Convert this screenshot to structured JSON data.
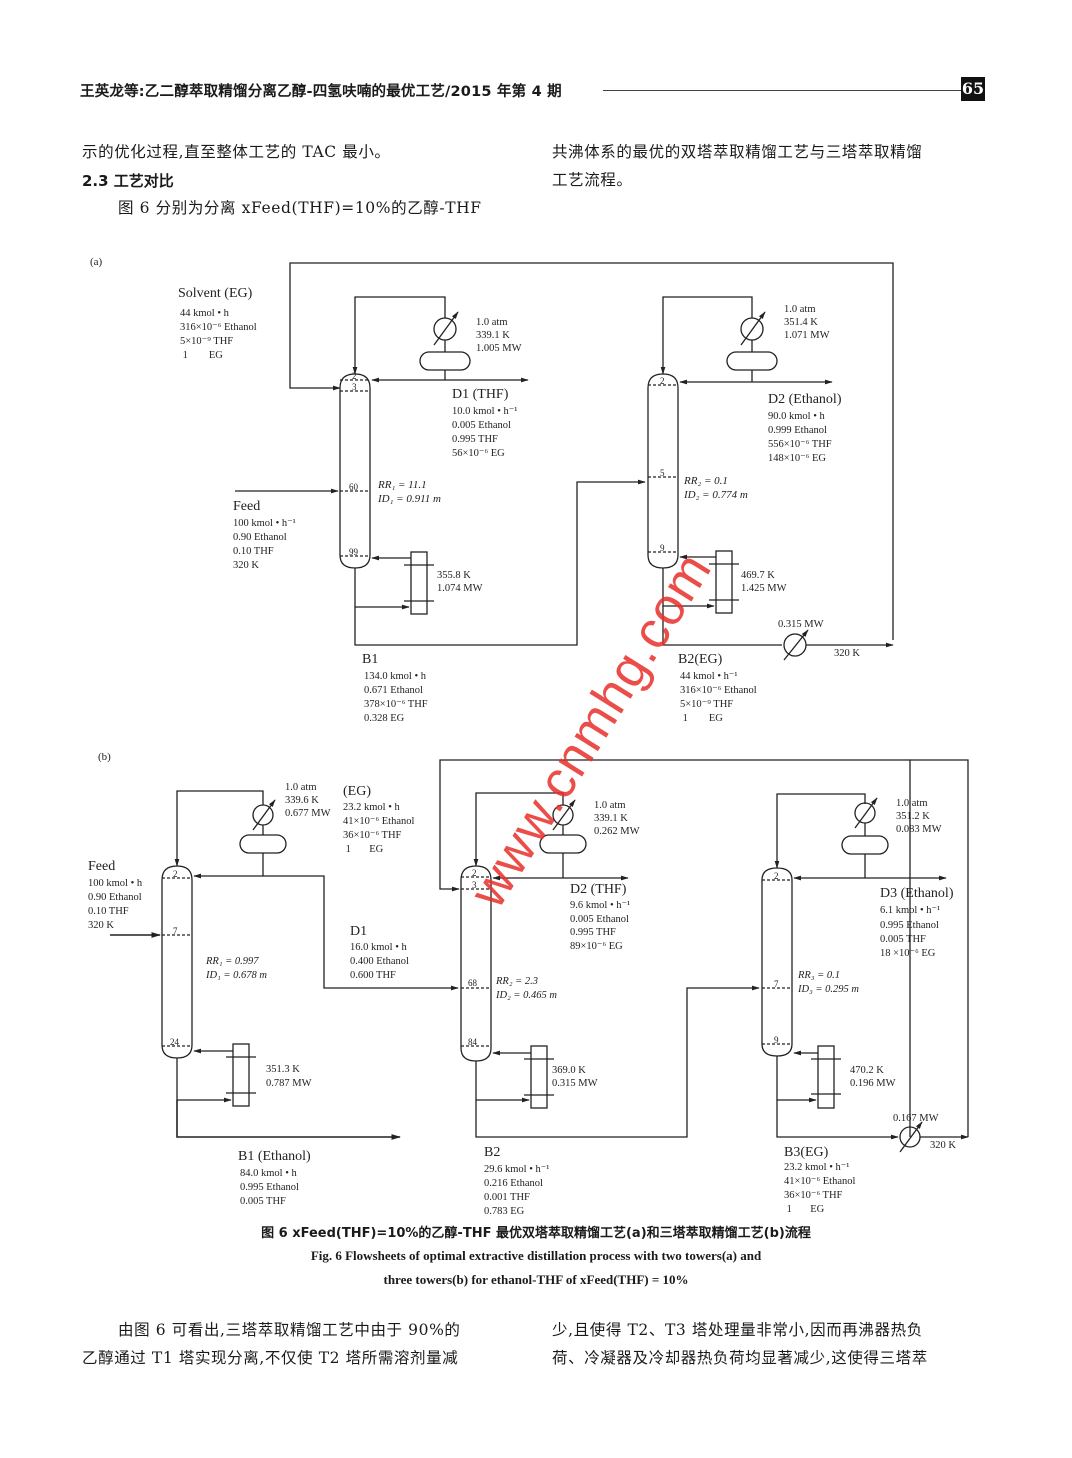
{
  "header": {
    "title": "王英龙等:乙二醇萃取精馏分离乙醇-四氢呋喃的最优工艺/2015 年第 4 期",
    "page_number": "65"
  },
  "top_text": {
    "left_line1": "示的优化过程,直至整体工艺的 TAC 最小。",
    "section_heading": "2.3   工艺对比",
    "left_line3": "图 6 分别为分离 xFeed(THF)=10%的乙醇-THF",
    "right_line1": "共沸体系的最优的双塔萃取精馏工艺与三塔萃取精馏",
    "right_line2": "工艺流程。"
  },
  "figure_a": {
    "panel_label": "(a)",
    "solvent": {
      "title": "Solvent (EG)",
      "lines": [
        "44 kmol • h",
        "316×10⁻⁶ Ethanol",
        "5×10⁻⁹ THF",
        " 1        EG"
      ]
    },
    "feed": {
      "title": "Feed",
      "lines": [
        "100 kmol • h⁻¹",
        "0.90 Ethanol",
        "0.10 THF",
        "320 K"
      ]
    },
    "t1": {
      "stage_top": "2",
      "stage_solvent": "3",
      "stage_feed": "60",
      "stage_bottom": "99",
      "rr": "RR₁ = 11.1",
      "id": "ID₁ = 0.911 m"
    },
    "cond1": [
      "1.0 atm",
      "339.1 K",
      "1.005 MW"
    ],
    "reb1": [
      "355.8 K",
      "1.074 MW"
    ],
    "d1": {
      "title": "D1 (THF)",
      "lines": [
        "10.0 kmol • h⁻¹",
        "0.005 Ethanol",
        "0.995 THF",
        "56×10⁻⁶ EG"
      ]
    },
    "b1": {
      "title": "B1",
      "lines": [
        "134.0 kmol • h",
        "0.671  Ethanol",
        "378×10⁻⁶ THF",
        "0.328  EG"
      ]
    },
    "t2": {
      "stage_top": "2",
      "stage_feed": "5",
      "stage_bottom": "9",
      "rr": "RR₂ = 0.1",
      "id": "ID₂ = 0.774 m"
    },
    "cond2": [
      "1.0 atm",
      "351.4 K",
      "1.071 MW"
    ],
    "reb2": [
      "469.7 K",
      "1.425 MW"
    ],
    "d2": {
      "title": "D2 (Ethanol)",
      "lines": [
        "90.0 kmol • h",
        "0.999  Ethanol",
        "556×10⁻⁶ THF",
        "148×10⁻⁶ EG"
      ]
    },
    "b2": {
      "title": "B2(EG)",
      "lines": [
        "44 kmol • h⁻¹",
        "316×10⁻⁶ Ethanol",
        "5×10⁻⁹ THF",
        " 1        EG"
      ]
    },
    "cooler": {
      "duty": "0.315 MW",
      "temp": "320 K"
    }
  },
  "figure_b": {
    "panel_label": "(b)",
    "feed": {
      "title": "Feed",
      "lines": [
        "100 kmol • h",
        "0.90 Ethanol",
        "0.10 THF",
        "320 K"
      ]
    },
    "solvent": {
      "title": "(EG)",
      "lines": [
        "23.2 kmol • h",
        "41×10⁻⁶ Ethanol",
        "36×10⁻⁶ THF",
        " 1       EG"
      ]
    },
    "t1": {
      "stage_top": "2",
      "stage_feed": "7",
      "stage_bottom": "24",
      "rr": "RR₁ = 0.997",
      "id": "ID₁ = 0.678 m"
    },
    "cond1": [
      "1.0 atm",
      "339.6 K",
      "0.677 MW"
    ],
    "reb1": [
      "351.3 K",
      "0.787 MW"
    ],
    "d1": {
      "title": "D1",
      "lines": [
        "16.0 kmol • h",
        "0.400 Ethanol",
        "0.600 THF"
      ]
    },
    "b1": {
      "title": "B1 (Ethanol)",
      "lines": [
        "84.0 kmol • h",
        "0.995  Ethanol",
        "0.005  THF"
      ]
    },
    "t2": {
      "stage_top": "2",
      "stage_solvent": "3",
      "stage_feed": "68",
      "stage_bottom": "84",
      "rr": "RR₂ = 2.3",
      "id": "ID₂ = 0.465 m"
    },
    "cond2": [
      "1.0 atm",
      "339.1 K",
      "0.262 MW"
    ],
    "reb2": [
      "369.0 K",
      "0.315 MW"
    ],
    "d2": {
      "title": "D2 (THF)",
      "lines": [
        "9.6 kmol • h⁻¹",
        "0.005 Ethanol",
        "0.995 THF",
        "89×10⁻⁶ EG"
      ]
    },
    "b2": {
      "title": "B2",
      "lines": [
        "29.6 kmol • h⁻¹",
        "0.216  Ethanol",
        "0.001  THF",
        "0.783  EG"
      ]
    },
    "t3": {
      "stage_top": "2",
      "stage_feed": "7",
      "stage_bottom": "9",
      "rr": "RR₃ = 0.1",
      "id": "ID₃ = 0.295 m"
    },
    "cond3": [
      "1.0 atm",
      "351.2 K",
      "0.083 MW"
    ],
    "reb3": [
      "470.2 K",
      "0.196 MW"
    ],
    "d3": {
      "title": "D3 (Ethanol)",
      "lines": [
        "6.1 kmol • h⁻¹",
        "0.995  Ethanol",
        "0.005  THF",
        "18 ×10⁻⁶ EG"
      ]
    },
    "b3": {
      "title": "B3(EG)",
      "lines": [
        "23.2 kmol • h⁻¹",
        "41×10⁻⁶ Ethanol",
        "36×10⁻⁶ THF",
        " 1       EG"
      ]
    },
    "cooler": {
      "duty": "0.167 MW",
      "temp": "320 K"
    }
  },
  "caption": {
    "cn": "图 6   xFeed(THF)=10%的乙醇-THF 最优双塔萃取精馏工艺(a)和三塔萃取精馏工艺(b)流程",
    "en_line1": "Fig. 6    Flowsheets of optimal extractive distillation process with two towers(a) and",
    "en_line2": "three towers(b) for ethanol-THF of xFeed(THF) = 10%"
  },
  "bottom_text": {
    "left_line1": "由图 6 可看出,三塔萃取精馏工艺中由于 90%的",
    "left_line2": "乙醇通过 T1 塔实现分离,不仅使 T2 塔所需溶剂量减",
    "right_line1": "少,且使得 T2、T3 塔处理量非常小,因而再沸器热负",
    "right_line2": "荷、冷凝器及冷却器热负荷均显著减少,这使得三塔萃"
  },
  "watermark": "www.cnmhg.com",
  "colors": {
    "watermark": "#e8302a",
    "ink": "#1a1a1a"
  }
}
